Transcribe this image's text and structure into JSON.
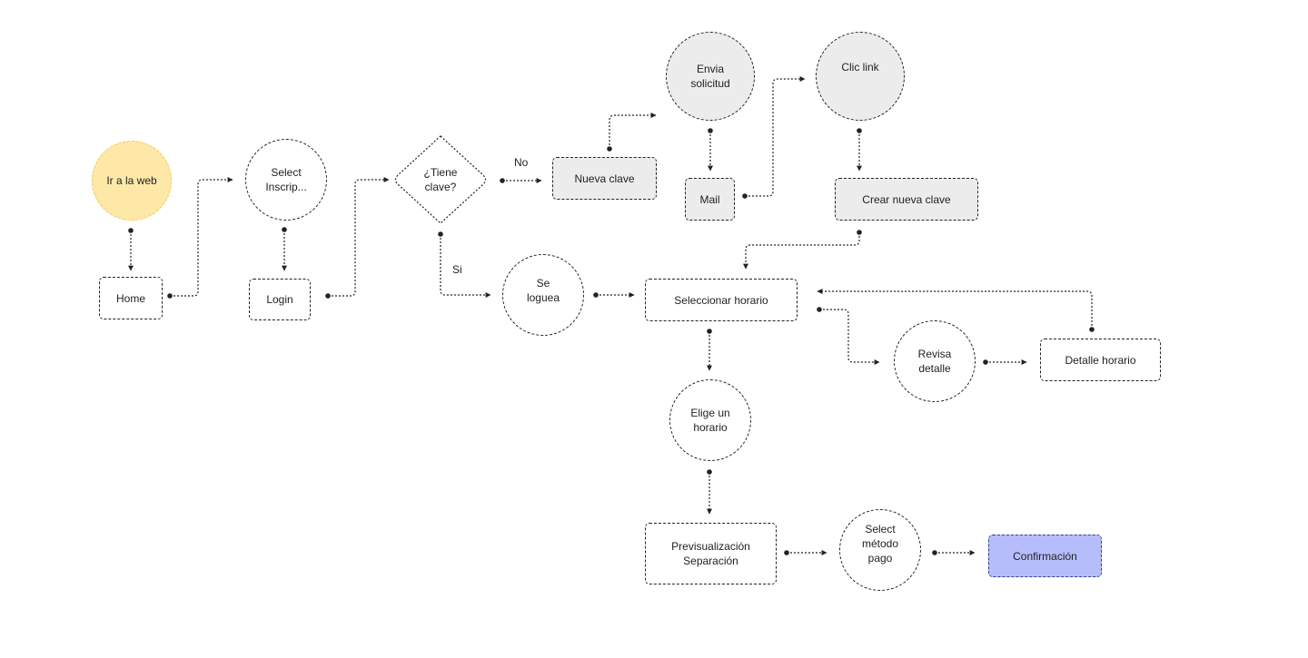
{
  "nodes": {
    "ir_web": "Ir a la web",
    "home": "Home",
    "select_inscrip": "Select\nInscrip...",
    "login": "Login",
    "tiene_clave": "¿Tiene\nclave?",
    "nueva_clave": "Nueva clave",
    "envia_solicitud": "Envia\nsolicitud",
    "mail": "Mail",
    "clic_link": "Clic link",
    "crear_nueva_clave": "Crear nueva clave",
    "se_loguea": "Se\nloguea",
    "seleccionar_horario": "Seleccionar horario",
    "revisa_detalle": "Revisa\ndetalle",
    "detalle_horario": "Detalle horario",
    "elige_horario": "Elige un\nhorario",
    "previsualizacion": "Previsualización\nSeparación",
    "select_metodo": "Select\nmétodo\npago",
    "confirmacion": "Confirmación"
  },
  "edge_labels": {
    "no": "No",
    "si": "Si"
  },
  "colors": {
    "start_fill": "#fde8a8",
    "end_fill": "#b6bdfb",
    "gray_fill": "#ececec"
  }
}
